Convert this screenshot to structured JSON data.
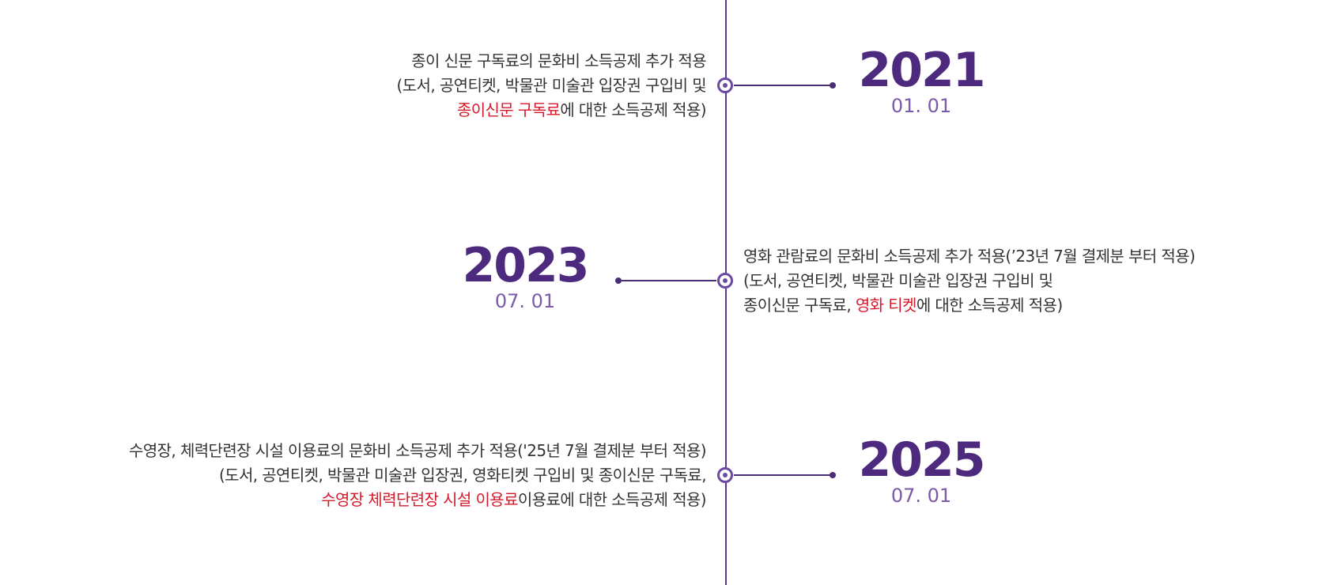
{
  "events": [
    {
      "year": "2021",
      "date": "01. 01",
      "lines": [
        {
          "text": "종이 신문 구독료의 문화비 소득공제 추가 적용"
        },
        {
          "text": "(도서, 공연티켓, 박물관 미술관 입장권 구입비 및"
        },
        {
          "highlight": "종이신문 구독료",
          "text": "에 대한 소득공제 적용)"
        }
      ]
    },
    {
      "year": "2023",
      "date": "07. 01",
      "lines": [
        {
          "text": "영화 관람료의 문화비 소득공제 추가 적용(’23년 7월 결제분 부터 적용)"
        },
        {
          "text": "(도서, 공연티켓, 박물관 미술관 입장권 구입비 및"
        },
        {
          "prefix": "종이신문 구독료, ",
          "highlight": "영화 티켓",
          "text": "에 대한 소득공제 적용)"
        }
      ]
    },
    {
      "year": "2025",
      "date": "07. 01",
      "lines": [
        {
          "text": "수영장, 체력단련장 시설 이용료의 문화비 소득공제 추가 적용('25년 7월 결제분 부터 적용)"
        },
        {
          "text": "(도서, 공연티켓, 박물관 미술관 입장권, 영화티켓 구입비 및 종이신문 구독료,"
        },
        {
          "highlight": "수영장 체력단련장 시설 이용료",
          "text": "이용료에 대한 소득공제 적용)"
        }
      ]
    }
  ],
  "colors": {
    "year": "#4e2a7f",
    "date": "#7b5aa8",
    "axis": "#5a3a8a",
    "highlight": "#d6192a",
    "text": "#333333"
  }
}
